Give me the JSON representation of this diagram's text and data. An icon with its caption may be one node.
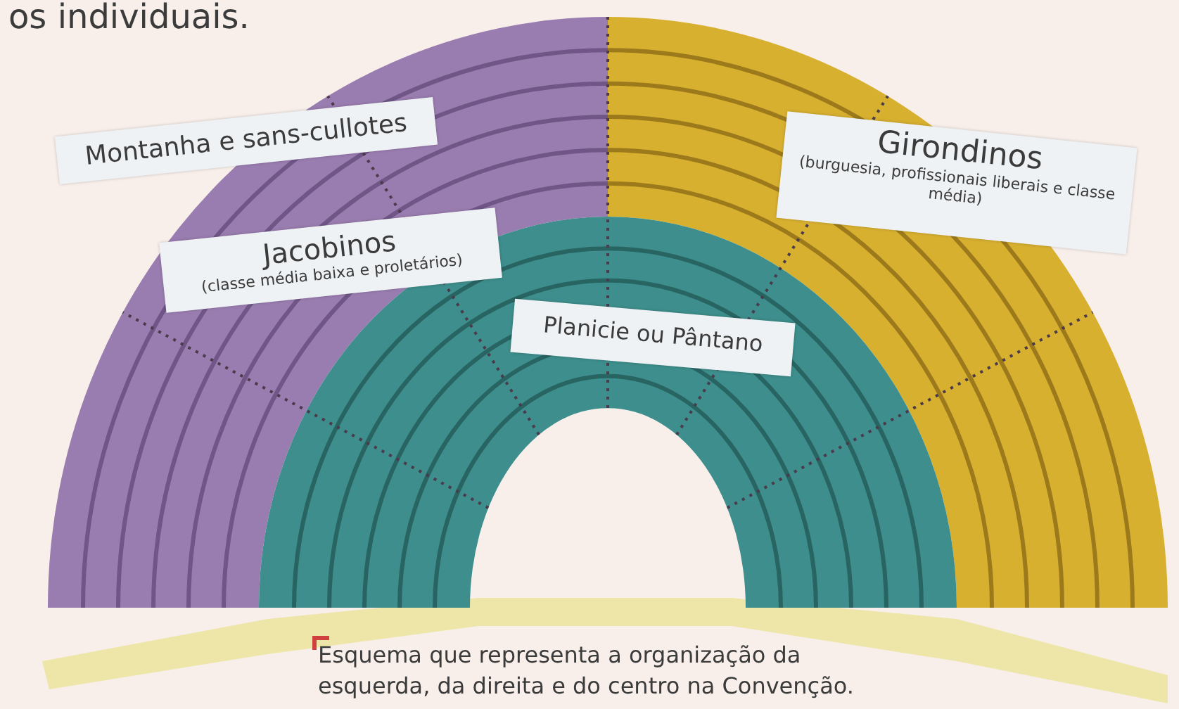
{
  "diagram": {
    "caption": "Esquema que representa a organização da esquerda, da direita e do centro na Convenção.",
    "nodes": [
      {
        "text": [
          "Montanha e sans-cullotes"
        ]
      },
      {
        "text": [
          "Jacobinos",
          "(classe média baixa e proletários)"
        ]
      },
      {
        "text": [
          "Planicie ou Pântano"
        ]
      },
      {
        "text": [
          "Girondinos",
          "(burguesia, profissionais liberais e classe média)"
        ]
      }
    ],
    "edges": [],
    "labels": [
      "os individuais."
    ]
  }
}
